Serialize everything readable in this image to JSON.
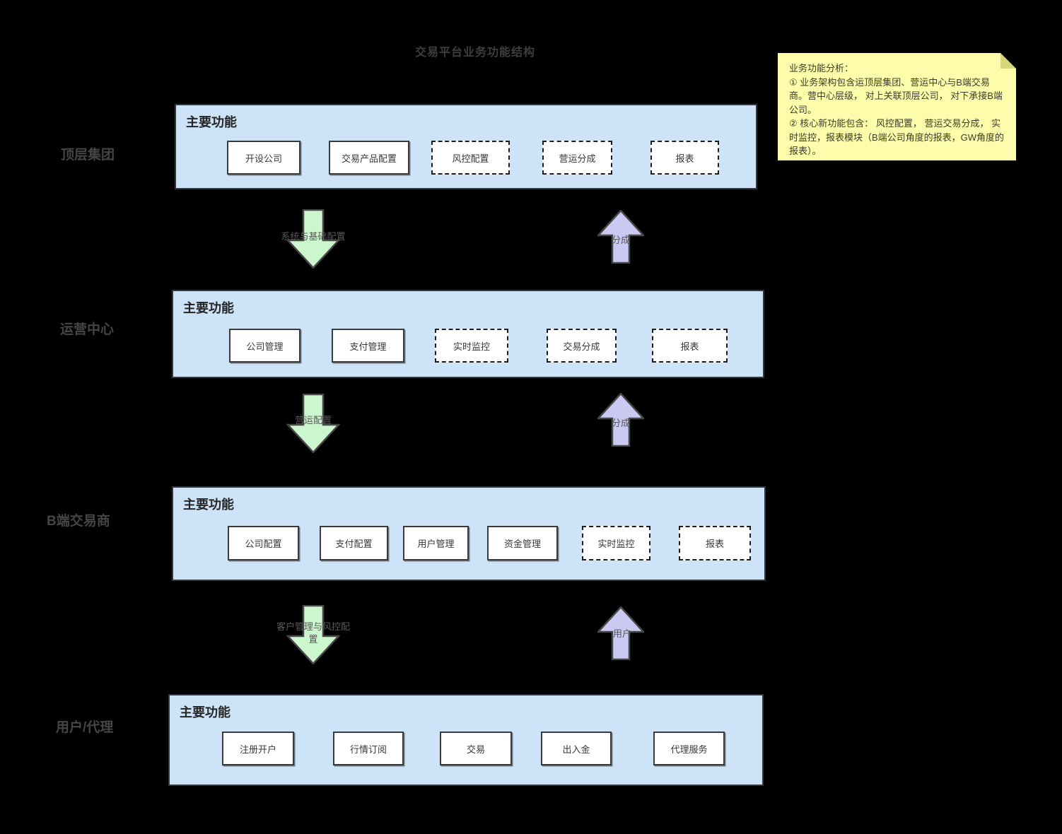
{
  "title": "交易平台业务功能结构",
  "note": {
    "l0": "业务功能分析：",
    "l1": "① 业务架构包含运顶层集团、营运中心与B端交易商。营中心层级， 对上关联顶层公司， 对下承接B端公司。",
    "l2": "② 核心新功能包含： 风控配置， 营运交易分成， 实时监控，报表模块（B端公司角度的报表，GW角度的报表）。"
  },
  "rows": [
    {
      "side_label": "顶层集团",
      "panel_label": "主要功能",
      "boxes": [
        {
          "label": "开设公司",
          "style": "solid"
        },
        {
          "label": "交易产品配置",
          "style": "solid"
        },
        {
          "label": "风控配置",
          "style": "dashed"
        },
        {
          "label": "营运分成",
          "style": "dashed"
        },
        {
          "label": "报表",
          "style": "dashed"
        }
      ]
    },
    {
      "side_label": "运营中心",
      "panel_label": "主要功能",
      "boxes": [
        {
          "label": "公司管理",
          "style": "solid"
        },
        {
          "label": "支付管理",
          "style": "solid"
        },
        {
          "label": "实时监控",
          "style": "dashed"
        },
        {
          "label": "交易分成",
          "style": "dashed"
        },
        {
          "label": "报表",
          "style": "dashed"
        }
      ]
    },
    {
      "side_label": "B端交易商",
      "panel_label": "主要功能",
      "boxes": [
        {
          "label": "公司配置",
          "style": "solid"
        },
        {
          "label": "支付配置",
          "style": "solid"
        },
        {
          "label": "用户管理",
          "style": "solid"
        },
        {
          "label": "资金管理",
          "style": "solid"
        },
        {
          "label": "实时监控",
          "style": "dashed"
        },
        {
          "label": "报表",
          "style": "dashed"
        }
      ]
    },
    {
      "side_label": "用户/代理",
      "panel_label": "主要功能",
      "boxes": [
        {
          "label": "注册开户",
          "style": "solid"
        },
        {
          "label": "行情订阅",
          "style": "solid"
        },
        {
          "label": "交易",
          "style": "solid"
        },
        {
          "label": "出入金",
          "style": "solid"
        },
        {
          "label": "代理服务",
          "style": "solid"
        }
      ]
    }
  ],
  "arrows": {
    "a_down": "系统与基础配置",
    "a_up": "分成",
    "b_down": "营运配置",
    "b_up": "分成",
    "c_down": "客户管理与风控配置",
    "c_up": "用户"
  },
  "colors": {
    "background": "#000000",
    "panel": "#cde4f8",
    "green": "#ccf6cd",
    "purple": "#c9c9f2",
    "note": "#fcfcaa"
  }
}
